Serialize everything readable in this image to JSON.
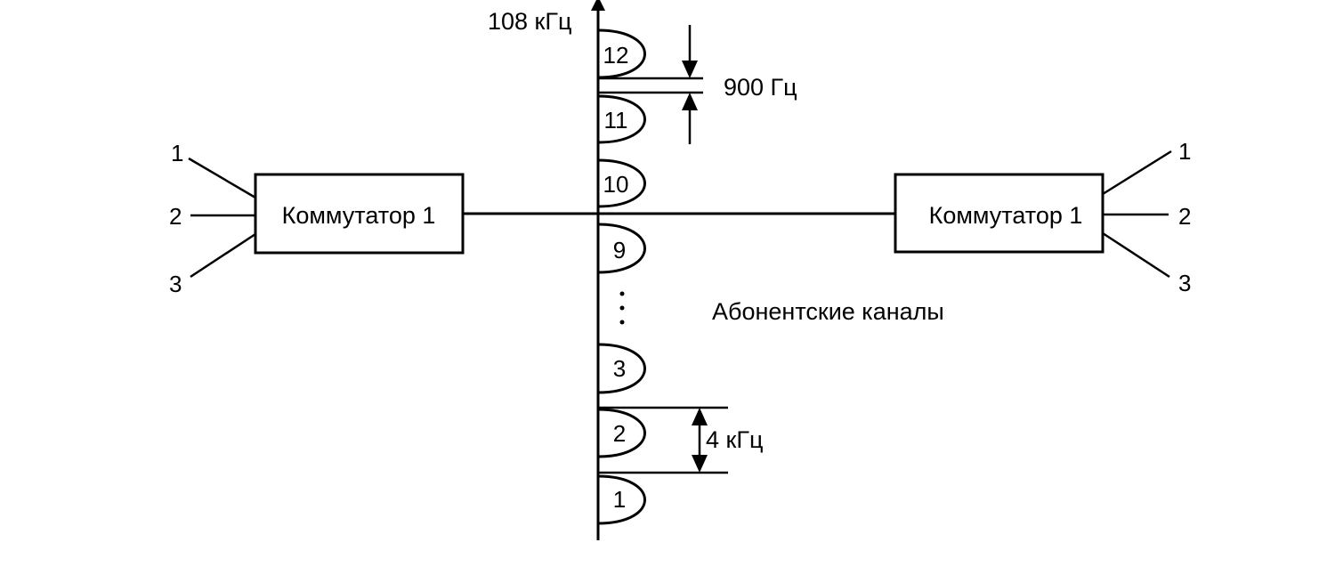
{
  "diagram": {
    "left_switch": {
      "label": "Коммутатор 1",
      "ports": [
        "1",
        "2",
        "3"
      ]
    },
    "right_switch": {
      "label": "Коммутатор 1",
      "ports": [
        "1",
        "2",
        "3"
      ]
    },
    "axis_top_label": "108 кГц",
    "gap_label": "900 Гц",
    "channel_width_label": "4 кГц",
    "channels_caption": "Абонентские каналы",
    "channels_upper": [
      "12",
      "11",
      "10"
    ],
    "channels_lower": [
      "9",
      "3",
      "2",
      "1"
    ]
  }
}
